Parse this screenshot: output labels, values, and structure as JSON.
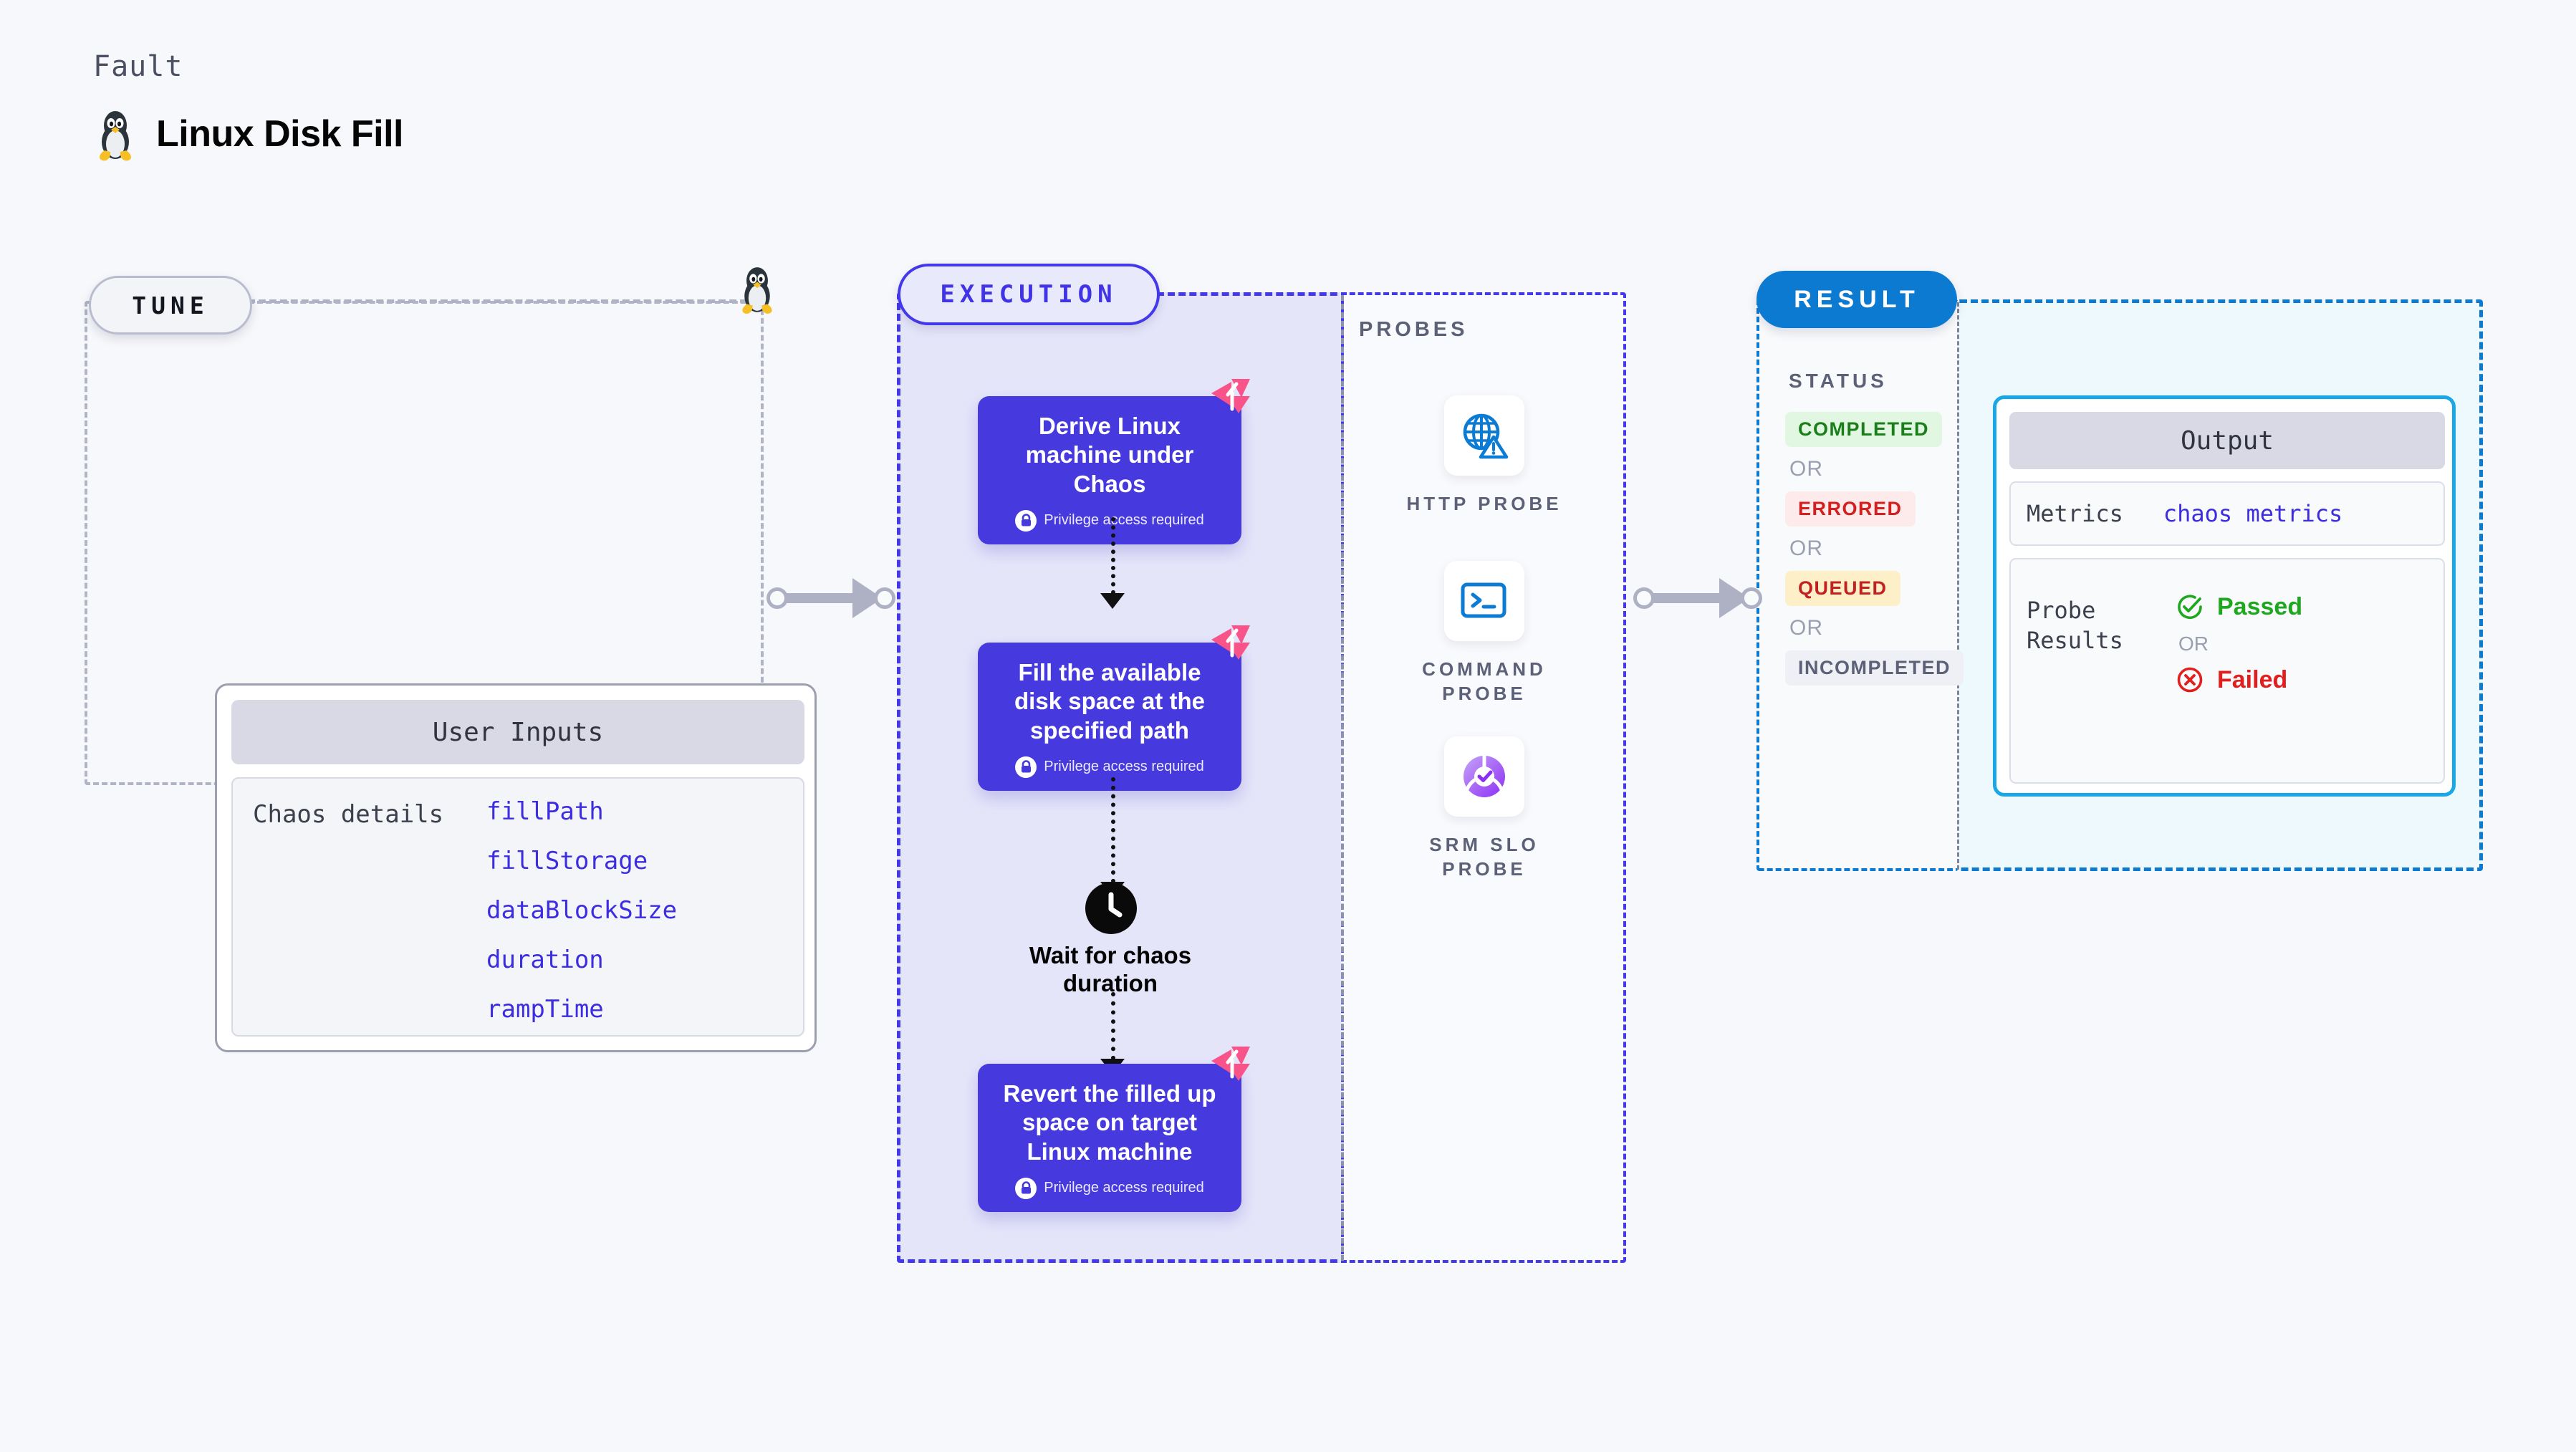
{
  "header": {
    "fault_label": "Fault",
    "title": "Linux Disk Fill",
    "icon": "linux-penguin-icon"
  },
  "tune": {
    "pill_label": "TUNE",
    "card_header": "User Inputs",
    "chaos_label": "Chaos details",
    "params": [
      "fillPath",
      "fillStorage",
      "dataBlockSize",
      "duration",
      "rampTime"
    ]
  },
  "execution": {
    "pill_label": "EXECUTION",
    "privilege_note": "Privilege access required",
    "steps": [
      {
        "title": "Derive Linux machine under Chaos",
        "privileged": true
      },
      {
        "title": "Fill the available disk space at the specified path",
        "privileged": true
      },
      {
        "title": "Revert the filled up space on target Linux machine",
        "privileged": true
      }
    ],
    "wait_node": {
      "label": "Wait for chaos duration",
      "icon": "clock-icon"
    }
  },
  "probes": {
    "label": "PROBES",
    "items": [
      {
        "label": "HTTP PROBE",
        "icon": "globe-warning-icon"
      },
      {
        "label": "COMMAND PROBE",
        "icon": "terminal-icon"
      },
      {
        "label": "SRM SLO PROBE",
        "icon": "slo-donut-check-icon"
      }
    ]
  },
  "result": {
    "pill_label": "RESULT",
    "status_label": "STATUS",
    "or_label": "OR",
    "statuses": [
      {
        "label": "COMPLETED",
        "color": "#1a7f1a",
        "bg": "#e2f7e2"
      },
      {
        "label": "ERRORED",
        "color": "#d41f1f",
        "bg": "#fdeaea"
      },
      {
        "label": "QUEUED",
        "color": "#c32020",
        "bg": "#fdf0c8"
      },
      {
        "label": "INCOMPLETED",
        "color": "#5c6178",
        "bg": "#eff0f5"
      }
    ],
    "output": {
      "header": "Output",
      "metrics_key": "Metrics",
      "metrics_value": "chaos metrics",
      "probe_results_key": "Probe Results",
      "or_label": "OR",
      "passed_label": "Passed",
      "failed_label": "Failed",
      "passed_color": "#1fa81f",
      "failed_color": "#e01f1f"
    }
  },
  "colors": {
    "execution_accent": "#4338ea",
    "result_accent": "#0d7ad1",
    "step_bg": "#4639dd",
    "param_text": "#3c2ee0",
    "badge_pink": "#f9548a"
  }
}
